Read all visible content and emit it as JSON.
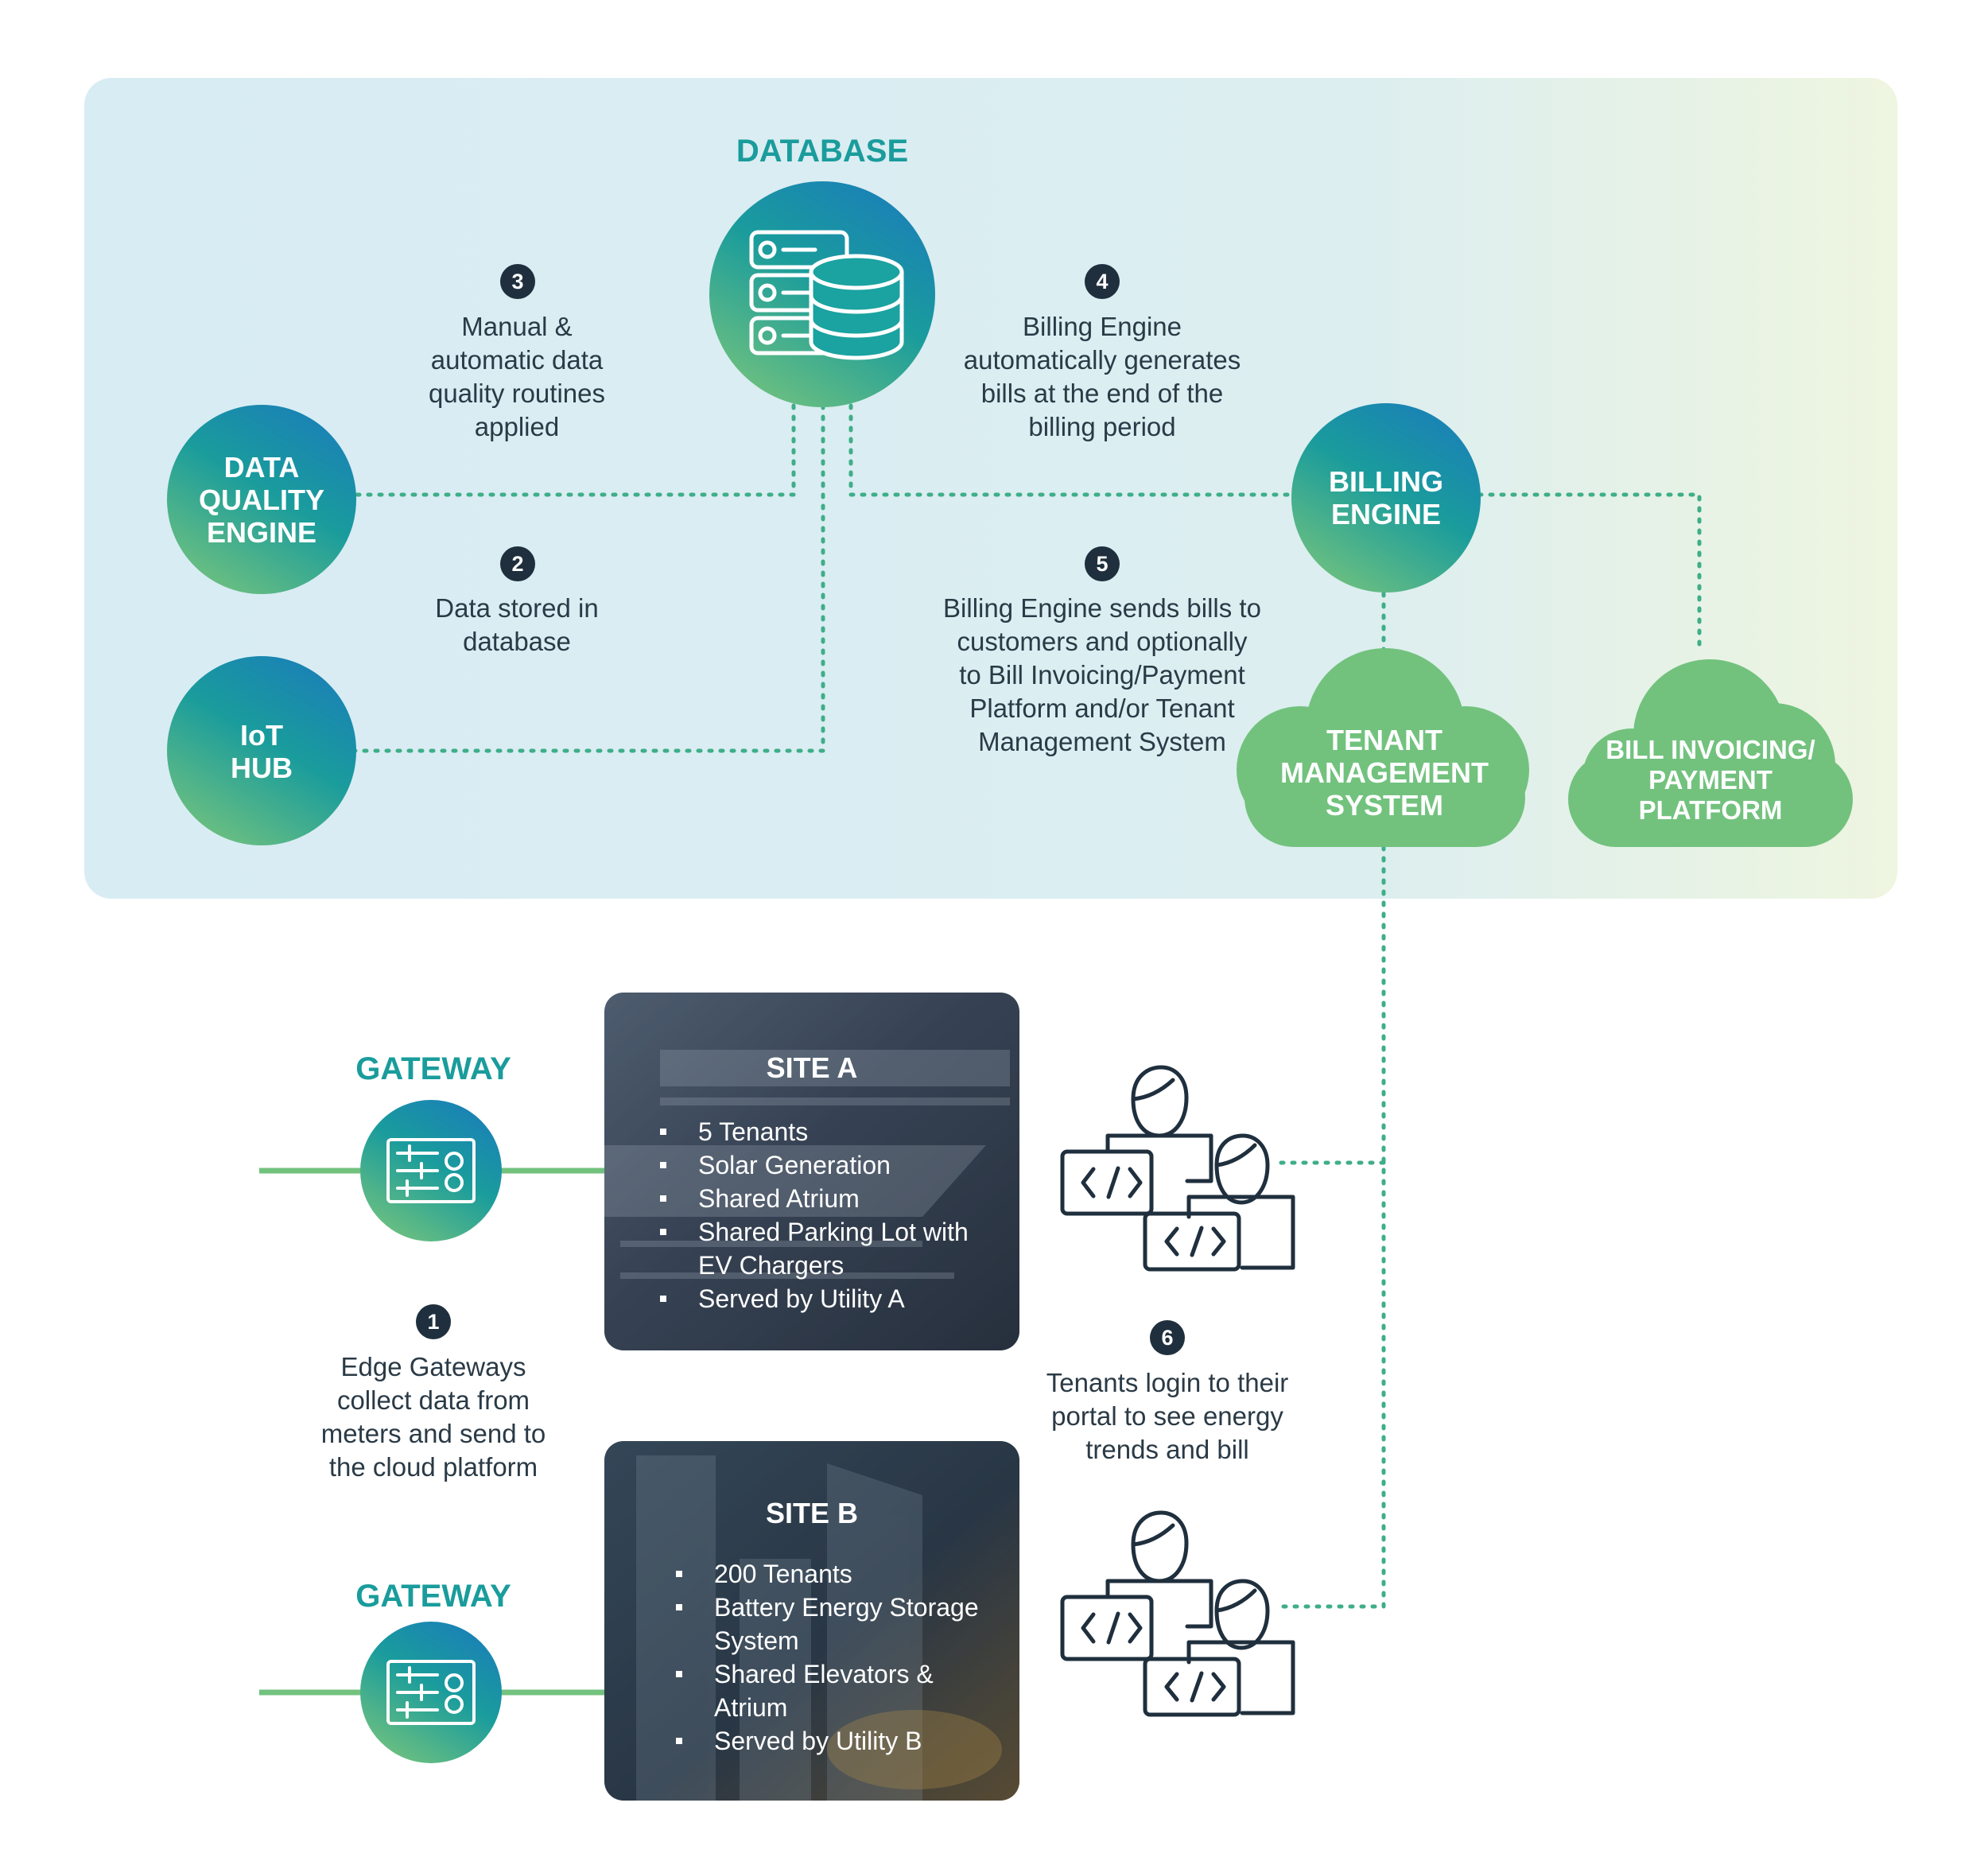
{
  "colors": {
    "teal": "#1a9c9c",
    "green": "#72c27e",
    "blue": "#1a7fb8",
    "navy": "#1f2f3d",
    "text": "#2a3a46",
    "panel_start": "#d8ecf4",
    "panel_end": "#eef5e0"
  },
  "nodes": {
    "database": {
      "title": "DATABASE",
      "icon": "database-server-icon"
    },
    "data_quality_engine": {
      "label_lines": [
        "DATA",
        "QUALITY",
        "ENGINE"
      ]
    },
    "iot_hub": {
      "label_lines": [
        "IoT",
        "HUB"
      ]
    },
    "billing_engine": {
      "label_lines": [
        "BILLING",
        "ENGINE"
      ]
    },
    "tenant_management_system": {
      "label_lines": [
        "TENANT",
        "MANAGEMENT",
        "SYSTEM"
      ]
    },
    "bill_invoicing_platform": {
      "label_lines": [
        "BILL INVOICING/",
        "PAYMENT",
        "PLATFORM"
      ]
    },
    "gateway_a": {
      "title": "GATEWAY",
      "icon": "control-panel-icon"
    },
    "gateway_b": {
      "title": "GATEWAY",
      "icon": "control-panel-icon"
    }
  },
  "steps": [
    {
      "number": "1",
      "text": [
        "Edge Gateways",
        "collect data from",
        "meters and send to",
        "the cloud platform"
      ]
    },
    {
      "number": "2",
      "text": [
        "Data stored in",
        "database"
      ]
    },
    {
      "number": "3",
      "text": [
        "Manual &",
        "automatic data",
        "quality routines",
        "applied"
      ]
    },
    {
      "number": "4",
      "text": [
        "Billing Engine",
        "automatically generates",
        "bills at the end of the",
        "billing period"
      ]
    },
    {
      "number": "5",
      "text": [
        "Billing Engine sends bills to",
        "customers and optionally",
        "to Bill Invoicing/Payment",
        "Platform and/or Tenant",
        "Management System"
      ]
    },
    {
      "number": "6",
      "text": [
        "Tenants login to their",
        "portal to see energy",
        "trends and bill"
      ]
    }
  ],
  "sites": [
    {
      "title": "SITE A",
      "items": [
        "5 Tenants",
        "Solar Generation",
        "Shared Atrium",
        "Shared Parking Lot with EV Chargers",
        "Served by Utility A"
      ]
    },
    {
      "title": "SITE B",
      "items": [
        "200 Tenants",
        "Battery Energy Storage System",
        "Shared Elevators & Atrium",
        "Served by Utility B"
      ]
    }
  ],
  "tenant_icons": [
    "tenant-users-icon",
    "tenant-users-icon"
  ]
}
